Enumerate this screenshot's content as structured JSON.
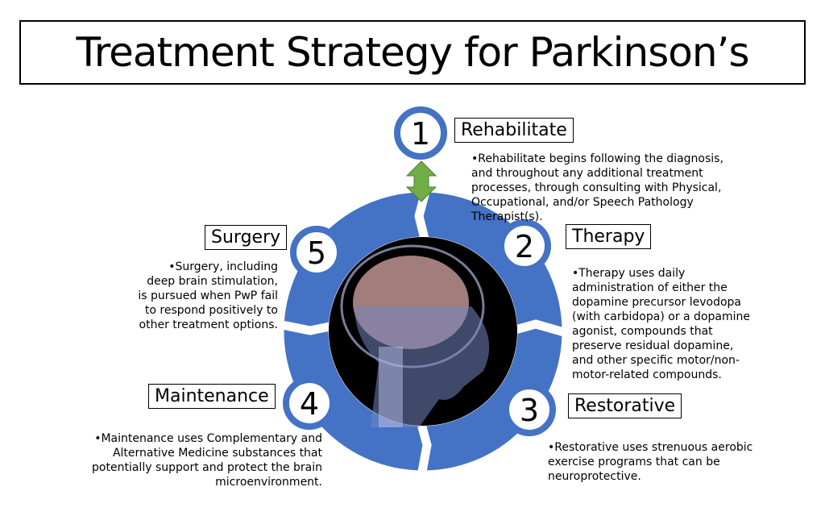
{
  "title": "Treatment Strategy for Parkinson’s",
  "steps": [
    {
      "number": "1",
      "label": "Rehabilitate",
      "desc": "•Rehabilitate begins following the diagnosis, and throughout any additional treatment processes, through consulting with Physical, Occupational, and/or Speech Pathology Therapist(s)."
    },
    {
      "number": "2",
      "label": "Therapy",
      "desc": "•Therapy uses daily administration of either the dopamine precursor levodopa (with carbidopa) or a dopamine agonist, compounds that preserve residual dopamine, and other specific motor/non-motor-related compounds."
    },
    {
      "number": "3",
      "label": "Restorative",
      "desc": "•Restorative uses strenuous aerobic exercise programs that can be neuroprotective."
    },
    {
      "number": "4",
      "label": "Maintenance",
      "desc": "•Maintenance uses Complementary and Alternative Medicine substances that potentially support and protect the brain microenvironment."
    },
    {
      "number": "5",
      "label": "Surgery",
      "desc": "•Surgery, including deep brain stimulation, is pursued when PwP fail to respond positively to other treatment options."
    }
  ],
  "colors": {
    "ring": "#4472c4",
    "arrow": "#70ad47"
  }
}
